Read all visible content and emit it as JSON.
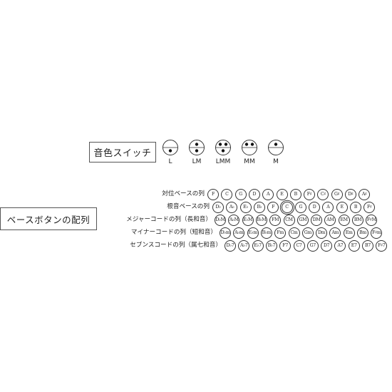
{
  "registers": {
    "title": "音色スイッチ",
    "switches": [
      {
        "label": "L",
        "reeds": [
          "low"
        ]
      },
      {
        "label": "LM",
        "reeds": [
          "mid",
          "low"
        ]
      },
      {
        "label": "LMM",
        "reeds": [
          "mid",
          "mid",
          "low"
        ]
      },
      {
        "label": "MM",
        "reeds": [
          "mid",
          "mid"
        ]
      },
      {
        "label": "M",
        "reeds": [
          "mid"
        ]
      }
    ]
  },
  "bass": {
    "title": "ベースボタンの配列",
    "rows": [
      {
        "label": "対位ベースの列",
        "buttons": [
          "F",
          "C",
          "G",
          "D",
          "A",
          "E",
          "B",
          "F♯",
          "C♯",
          "G♯",
          "D♯",
          "A♯"
        ]
      },
      {
        "label": "根音ベースの列",
        "buttons": [
          "D♭",
          "A♭",
          "E♭",
          "B♭",
          "F",
          "C",
          "G",
          "D",
          "A",
          "E",
          "B",
          "F♯"
        ]
      },
      {
        "label": "メジャーコードの列（長和音）",
        "buttons": [
          "D♭M",
          "A♭M",
          "E♭M",
          "B♭M",
          "FM",
          "CM",
          "GM",
          "DM",
          "AM",
          "EM",
          "BM",
          "F♯M"
        ]
      },
      {
        "label": "マイナーコードの列（短和音）",
        "buttons": [
          "D♭m",
          "A♭m",
          "E♭m",
          "B♭m",
          "Fm",
          "Cm",
          "Gm",
          "Dm",
          "Am",
          "Em",
          "Bm",
          "F♯m"
        ]
      },
      {
        "label": "セブンスコードの列（属七和音）",
        "buttons": [
          "D♭7",
          "A♭7",
          "E♭7",
          "B♭7",
          "F7",
          "C7",
          "G7",
          "D7",
          "A7",
          "E7",
          "B7",
          "F♯7"
        ]
      }
    ],
    "highlighted": {
      "row": 1,
      "button": "C"
    }
  }
}
